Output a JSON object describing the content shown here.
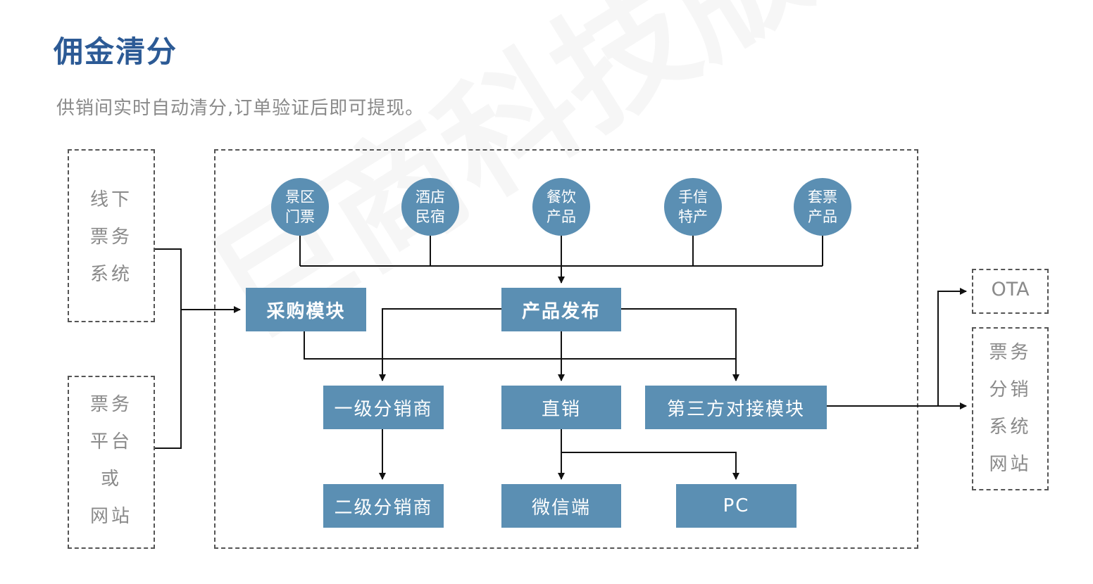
{
  "header": {
    "title": "佣金清分",
    "subtitle": "供销间实时自动清分,订单验证后即可提现。"
  },
  "left_sources": {
    "offline": [
      "线下",
      "票务",
      "系统"
    ],
    "platform": [
      "票务",
      "平台",
      "或",
      "网站"
    ]
  },
  "products": [
    {
      "line1": "景区",
      "line2": "门票"
    },
    {
      "line1": "酒店",
      "line2": "民宿"
    },
    {
      "line1": "餐饮",
      "line2": "产品"
    },
    {
      "line1": "手信",
      "line2": "特产"
    },
    {
      "line1": "套票",
      "line2": "产品"
    }
  ],
  "modules": {
    "purchase": "采购模块",
    "publish": "产品发布",
    "level1": "一级分销商",
    "direct": "直销",
    "third_party": "第三方对接模块",
    "level2": "二级分销商",
    "wechat": "微信端",
    "pc": "PC"
  },
  "right_targets": {
    "ota": "OTA",
    "ticket_sites": [
      "票务",
      "分销",
      "系统",
      "网站"
    ]
  },
  "colors": {
    "title": "#2c5a95",
    "node_fill": "#5b8fb3",
    "line": "#111111",
    "dashed_border": "#555555"
  }
}
